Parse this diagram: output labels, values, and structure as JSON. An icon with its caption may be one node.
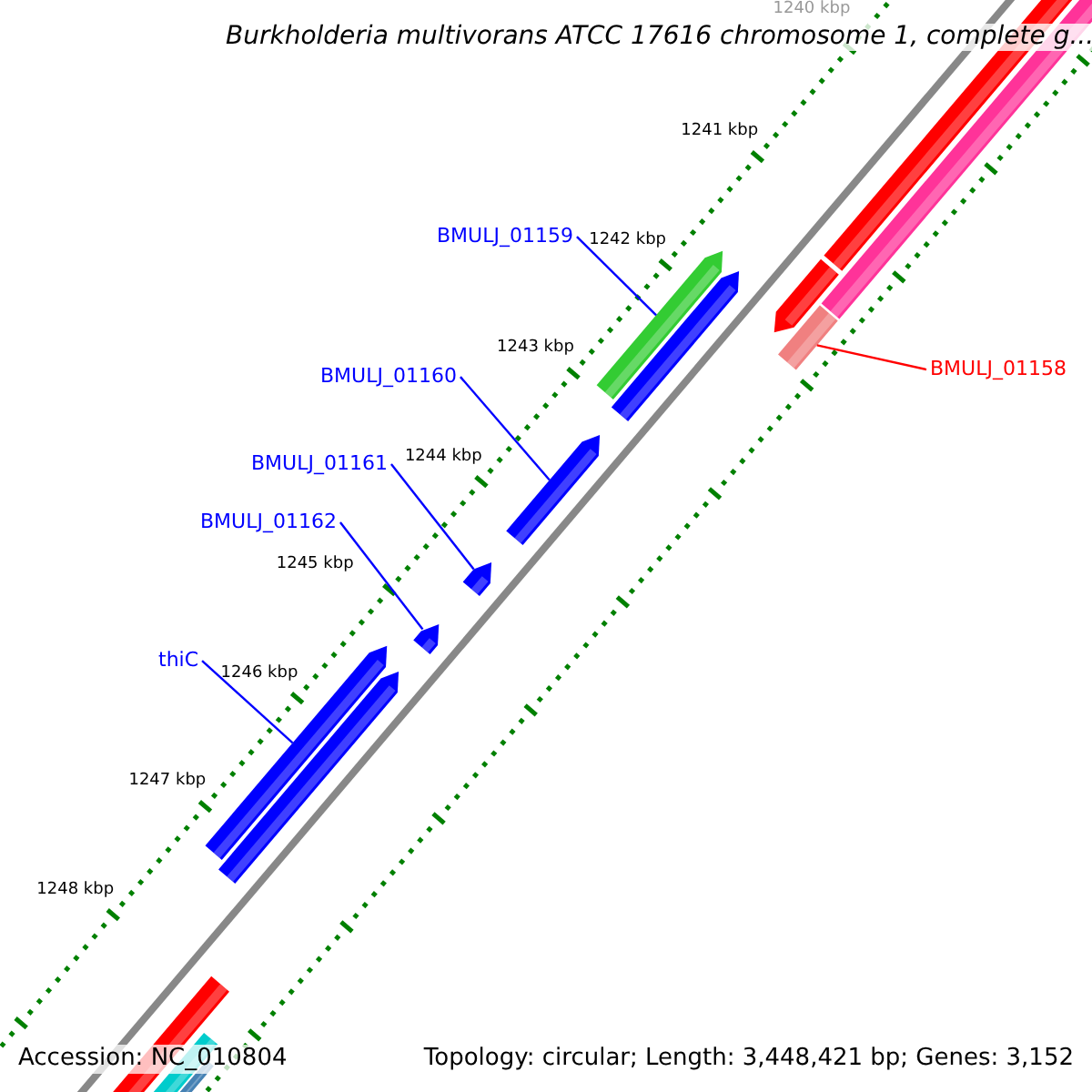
{
  "diagram": {
    "title": "Burkholderia multivorans ATCC 17616 chromosome 1, complete g...",
    "nodes": [
      {
        "text": [
          "BMULJ_01159"
        ]
      },
      {
        "text": [],
        "shape": "bar"
      },
      {
        "text": [
          "BMULJ_01158"
        ]
      },
      {
        "text": [],
        "shape": "bar"
      },
      {
        "text": [
          "BMULJ_01160"
        ]
      },
      {
        "text": [],
        "shape": "bar"
      },
      {
        "text": [
          "BMULJ_01161"
        ]
      },
      {
        "text": [],
        "shape": "bar"
      },
      {
        "text": [
          "BMULJ_01162"
        ]
      },
      {
        "text": [],
        "shape": "bar"
      },
      {
        "text": [
          "thiC"
        ]
      },
      {
        "text": [],
        "shape": "bar"
      }
    ],
    "edges": [
      {
        "from": 0,
        "to": 1,
        "arrow": "none"
      },
      {
        "from": 2,
        "to": 3,
        "arrow": "none",
        "color": "#ff0000"
      },
      {
        "from": 4,
        "to": 5,
        "arrow": "none"
      },
      {
        "from": 6,
        "to": 7,
        "arrow": "none"
      },
      {
        "from": 8,
        "to": 9,
        "arrow": "none"
      },
      {
        "from": 10,
        "to": 11,
        "arrow": "none"
      }
    ],
    "labels": [
      "1240 kbp",
      "1241 kbp",
      "1242 kbp",
      "1243 kbp",
      "1244 kbp",
      "1245 kbp",
      "1246 kbp",
      "1247 kbp",
      "1248 kbp",
      "Accession: NC_010804",
      "Topology: circular; Length: 3,448,421 bp; Genes: 3,152"
    ]
  }
}
